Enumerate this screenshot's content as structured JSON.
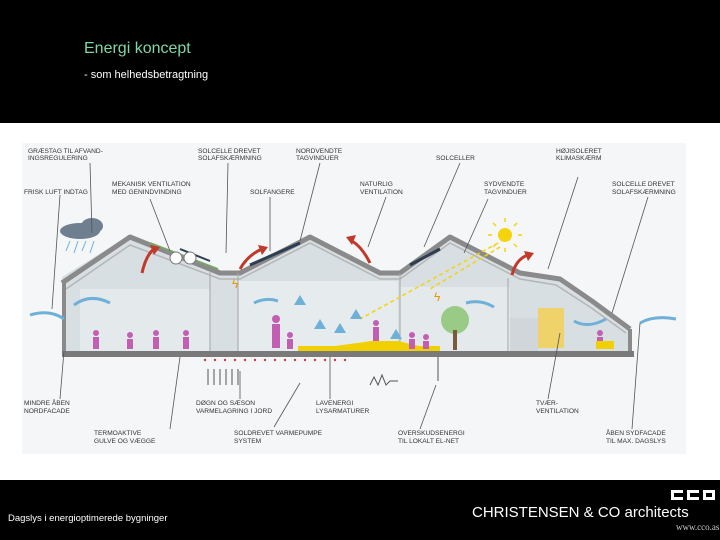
{
  "header": {
    "title": "Energi koncept",
    "subtitle": "- som helhedsbetragtning"
  },
  "labels": {
    "graestag_l1": "GRÆSTAG TIL AFVAND-",
    "graestag_l2": "INGSREGULERING",
    "frisk_luft": "FRISK LUFT INDTAG",
    "mekanisk_l1": "MEKANISK VENTILATION",
    "mekanisk_l2": "MED GENINDVINDING",
    "solcelle_drevet_l1": "SOLCELLE DREVET",
    "solcelle_drevet_l2": "SOLAFSKÆRMNING",
    "solfangere": "SOLFANGERE",
    "nordvendte_l1": "NORDVENDTE",
    "nordvendte_l2": "TAGVINDUER",
    "naturlig_l1": "NATURLIG",
    "naturlig_l2": "VENTILATION",
    "solceller": "SOLCELLER",
    "sydvendte_l1": "SYDVENDTE",
    "sydvendte_l2": "TAGVINDUER",
    "hojisoleret_l1": "HØJISOLERET",
    "hojisoleret_l2": "KLIMASKÆRM",
    "solcelle_drevet2_l1": "SOLCELLE DREVET",
    "solcelle_drevet2_l2": "SOLAFSKÆRMNING",
    "mindre_aaben_l1": "MINDRE ÅBEN",
    "mindre_aaben_l2": "NORDFACADE",
    "dogn_l1": "DØGN OG SÆSON",
    "dogn_l2": "VARMELAGRING I JORD",
    "lavenergi_l1": "LAVENERGI",
    "lavenergi_l2": "LYSARMATURER",
    "tvaer_l1": "TVÆR-",
    "tvaer_l2": "VENTILATION",
    "termoaktive_l1": "TERMOAKTIVE",
    "termoaktive_l2": "GULVE OG VÆGGE",
    "solvarme_l1": "SOLDREVET VARMEPUMPE",
    "solvarme_l2": "SYSTEM",
    "overskud_l1": "OVERSKUDSENERGI",
    "overskud_l2": "TIL LOKALT EL-NET",
    "aaben_syd_l1": "ÅBEN SYDFACADE",
    "aaben_syd_l2": "TIL MAX. DAGSLYS"
  },
  "footer": {
    "caption": "Dagslys i energioptimerede bygninger",
    "firm": "CHRISTENSEN & CO architects",
    "url": "www.cco.as"
  },
  "colors": {
    "title": "#7fd6a6",
    "wind_arrow": "#6fb0d8",
    "warm_arrow": "#c0392b",
    "people": "#c25fb3",
    "floor_heat": "#f0d000",
    "sun": "#f4d40a",
    "tree": "#9acb86"
  }
}
